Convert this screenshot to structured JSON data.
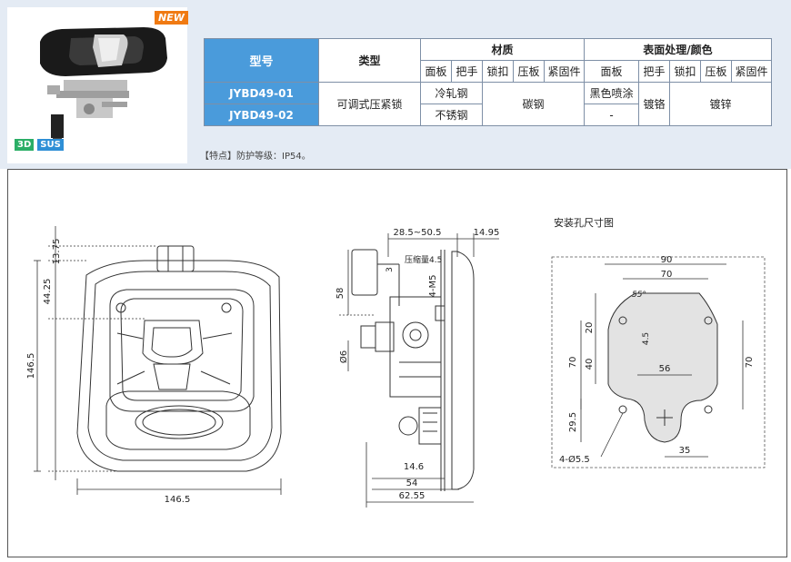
{
  "badges": {
    "new": "NEW",
    "three_d": "3D",
    "sus": "SUS"
  },
  "table": {
    "headers": {
      "model": "型号",
      "type": "类型",
      "material": "材质",
      "surface": "表面处理/颜色"
    },
    "material_sub": [
      "面板",
      "把手",
      "锁扣",
      "压板",
      "紧固件"
    ],
    "surface_sub": [
      "面板",
      "把手",
      "锁扣",
      "压板",
      "紧固件"
    ],
    "rows": [
      {
        "model": "JYBD49-01",
        "panel_material": "冷轧钢",
        "panel_surface": "黑色喷涂"
      },
      {
        "model": "JYBD49-02",
        "panel_material": "不锈钢",
        "panel_surface": "-"
      }
    ],
    "type_value": "可调式压紧锁",
    "carbon_steel": "碳钢",
    "handle_surface": "镀铬",
    "zinc": "镀锌"
  },
  "feature_text": "【特点】防护等级：IP54。",
  "front_view": {
    "dim_top": "13.75",
    "dim_upper": "44.25",
    "dim_height": "146.5",
    "dim_width": "146.5"
  },
  "side_view": {
    "dim_range": "28.5~50.5",
    "dim_thick": "14.95",
    "dim_3": "3",
    "compress": "压缩量4.5",
    "dim_58": "58",
    "dim_m5": "4-M5",
    "dim_d6": "Ø6",
    "dim_14_6": "14.6",
    "dim_54": "54",
    "dim_62_55": "62.55"
  },
  "cutout": {
    "title": "安装孔尺寸图",
    "dim_90": "90",
    "dim_70_top": "70",
    "angle": "55°",
    "dim_20": "20",
    "dim_4_5": "4.5",
    "dim_70_left": "70",
    "dim_40": "40",
    "dim_56": "56",
    "dim_70_right": "70",
    "dim_29_5": "29.5",
    "holes": "4-Ø5.5",
    "dim_35": "35"
  },
  "colors": {
    "panel_bg": "#e4ebf4",
    "header_blue": "#4a9bdb",
    "new_orange": "#f07a12",
    "badge_green": "#2bae66",
    "badge_blue": "#2e8fd6",
    "cutout_fill": "#e3e3e3"
  }
}
